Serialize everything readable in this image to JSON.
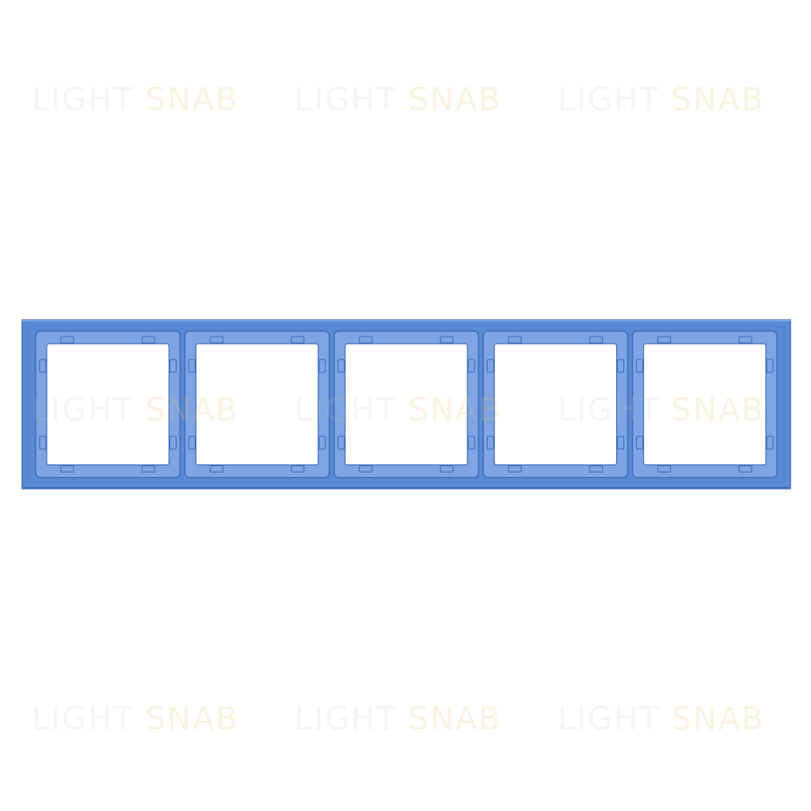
{
  "product": {
    "name": "five-gang-frame",
    "color": "#5b8ad4",
    "shade_dark": "#3f6db8",
    "shade_light": "#7ea4e2",
    "opening_color": "#ffffff",
    "openings": 5
  },
  "watermark": {
    "word_a": "LIGHT",
    "word_b": "SNAB",
    "color_a": "#bdbdbd",
    "color_b": "#e8c478"
  }
}
